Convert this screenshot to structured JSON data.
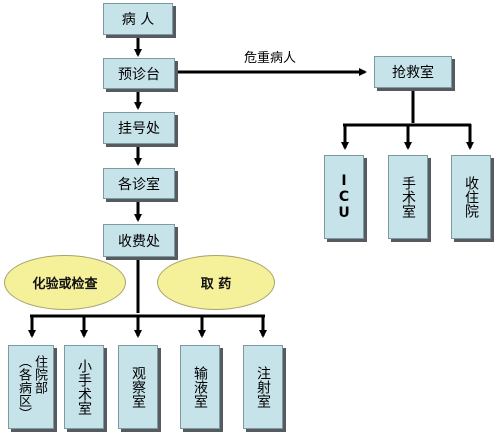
{
  "main": {
    "patient": "病 人",
    "triage": "预诊台",
    "registration": "挂号处",
    "clinics": "各诊室",
    "cashier": "收费处"
  },
  "emergency": {
    "label": "危重病人",
    "rescue": "抢救室",
    "icu": "ICU",
    "surgery": "手术室",
    "admit": "收住院"
  },
  "ellipses": {
    "lab": "化验或检查",
    "pharmacy": "取  药"
  },
  "bottom": {
    "inpatient_main": "住院部",
    "inpatient_sub": "（各病区）",
    "minor_surgery": "小手术室",
    "observation": "观察室",
    "infusion": "输液室",
    "injection": "注射室"
  }
}
